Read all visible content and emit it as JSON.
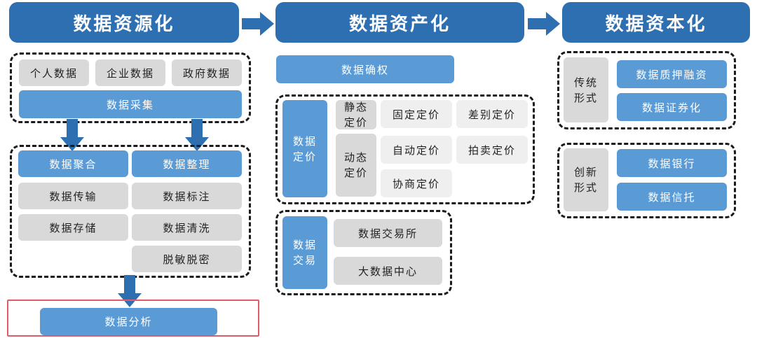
{
  "columns": {
    "resource": {
      "title": "数据资源化",
      "sources": [
        "个人数据",
        "企业数据",
        "政府数据"
      ],
      "collect": "数据采集",
      "aggregate": "数据聚合",
      "organize": "数据整理",
      "aggregate_steps": [
        "数据传输",
        "数据存储"
      ],
      "organize_steps": [
        "数据标注",
        "数据清洗",
        "脱敏脱密"
      ],
      "analysis": "数据分析"
    },
    "asset": {
      "title": "数据资产化",
      "rights": "数据确权",
      "pricing": {
        "label_line1": "数据",
        "label_line2": "定价",
        "static_line1": "静态",
        "static_line2": "定价",
        "static_items": [
          "固定定价",
          "差别定价"
        ],
        "dynamic_line1": "动态",
        "dynamic_line2": "定价",
        "dynamic_items": [
          "自动定价",
          "拍卖定价",
          "协商定价"
        ]
      },
      "trading": {
        "label_line1": "数据",
        "label_line2": "交易",
        "items": [
          "数据交易所",
          "大数据中心"
        ]
      }
    },
    "capital": {
      "title": "数据资本化",
      "traditional": {
        "label_line1": "传统",
        "label_line2": "形式",
        "items": [
          "数据质押融资",
          "数据证券化"
        ]
      },
      "innovative": {
        "label_line1": "创新",
        "label_line2": "形式",
        "items": [
          "数据银行",
          "数据信托"
        ]
      }
    }
  },
  "colors": {
    "header": "#2d6fb1",
    "box_blue": "#5b9bd5",
    "box_gray": "#d9d9d9",
    "box_light": "#efefef",
    "highlight": "#e05c6c"
  }
}
